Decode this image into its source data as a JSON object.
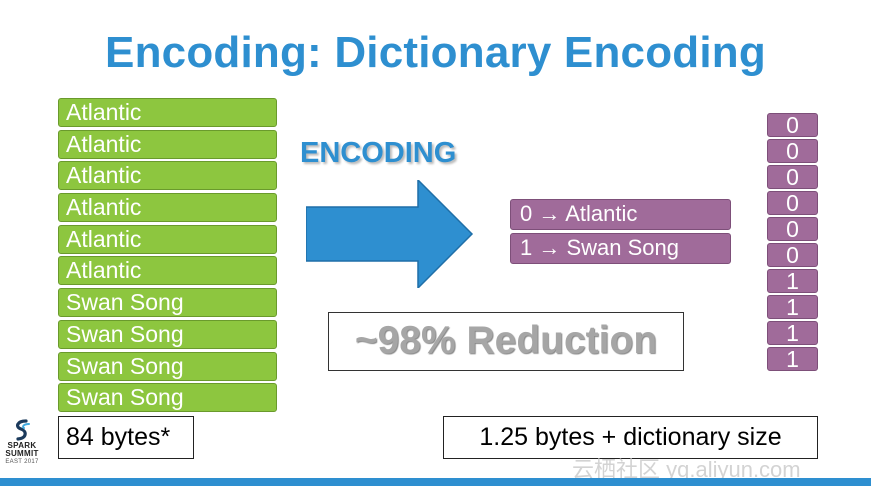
{
  "title": "Encoding: Dictionary Encoding",
  "source_values": [
    "Atlantic",
    "Atlantic",
    "Atlantic",
    "Atlantic",
    "Atlantic",
    "Atlantic",
    "Swan Song",
    "Swan Song",
    "Swan Song",
    "Swan Song"
  ],
  "encoding_label": "ENCODING",
  "dictionary": [
    "0 → Atlantic",
    "1 → Swan Song"
  ],
  "codes": [
    "0",
    "0",
    "0",
    "0",
    "0",
    "0",
    "1",
    "1",
    "1",
    "1"
  ],
  "reduction": "~98% Reduction",
  "bytes_before": "84 bytes*",
  "bytes_after": "1.25 bytes + dictionary size",
  "logo": {
    "line1": "SPARK",
    "line2": "SUMMIT",
    "line3": "EAST 2017"
  },
  "watermark": "云栖社区 yq.aliyun.com",
  "colors": {
    "title_blue": "#2e8fd0",
    "green": "#8dc63f",
    "purple": "#a06b9a",
    "arrow_blue": "#2e8fd0"
  }
}
